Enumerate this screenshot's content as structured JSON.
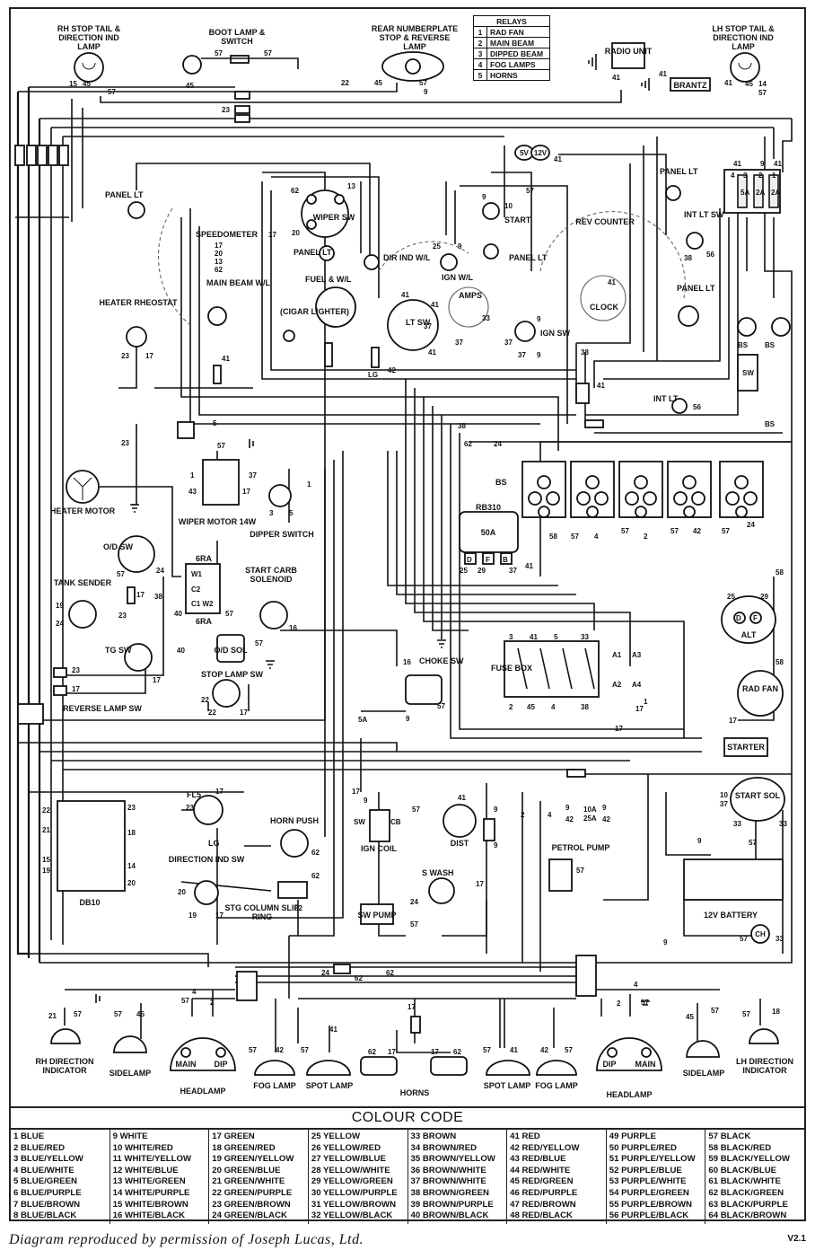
{
  "labels": {
    "rh_stop_tail": "RH STOP TAIL & DIRECTION IND LAMP",
    "boot_lamp": "BOOT LAMP & SWITCH",
    "rear_numberplate": "REAR NUMBERPLATE STOP & REVERSE LAMP",
    "radio_unit": "RADIO UNIT",
    "brantz": "BRANTZ",
    "lh_stop_tail": "LH STOP TAIL & DIRECTION IND LAMP",
    "panel_lt": "PANEL LT",
    "wiper_sw": "WIPER SW",
    "speedometer": "SPEEDOMETER",
    "main_beam": "MAIN BEAM W/L",
    "fuel_wl": "FUEL & W/L",
    "cigar_lighter": "(CIGAR LIGHTER)",
    "dir_ind": "DIR IND W/L",
    "ign_wl": "IGN W/L",
    "amps": "AMPS",
    "lt_sw": "LT SW",
    "ign_sw": "IGN SW",
    "start": "START",
    "rev_counter": "REV COUNTER",
    "clock": "CLOCK",
    "int_lt_sw": "INT LT SW",
    "int_lt": "INT LT",
    "heater_rheostat": "HEATER RHEOSTAT",
    "heater_motor": "HEATER MOTOR",
    "wiper_motor": "WIPER MOTOR 14W",
    "dipper_switch": "DIPPER SWITCH",
    "rb310": "RB310",
    "rb310_fuse": "50A",
    "bs": "BS",
    "od_sw": "O/D SW",
    "tank_sender": "TANK SENDER",
    "tg_sw": "TG SW",
    "reverse_lamp_sw": "REVERSE LAMP SW",
    "six_ra": "6RA",
    "start_carb_solenoid": "START CARB SOLENOID",
    "od_sol": "O/D SOL",
    "stop_lamp_sw": "STOP LAMP SW",
    "choke_sw": "CHOKE SW",
    "fuse_box": "FUSE BOX",
    "alt": "ALT",
    "rad_fan": "RAD FAN",
    "starter": "STARTER",
    "start_sol": "START SOL",
    "db10": "DB10",
    "fl5": "FL5",
    "lg": "LG",
    "horn_push": "HORN PUSH",
    "direction_ind_sw": "DIRECTION IND SW",
    "stg_column": "STG COLUMN SLIP RING",
    "ign_coil": "IGN COIL",
    "dist": "DIST",
    "petrol_pump": "PETROL PUMP",
    "fuse_10a": "10A",
    "fuse_25a": "25A",
    "fuse_5a": "5A",
    "s_wash": "S WASH",
    "sw_pump": "SW PUMP",
    "battery": "12V BATTERY",
    "ch": "CH",
    "five_v": "5V",
    "twelve_v": "12V",
    "rh_direction_indicator": "RH DIRECTION INDICATOR",
    "sidelamp_l": "SIDELAMP",
    "headlamp_l": "HEADLAMP",
    "fog_lamp_l": "FOG LAMP",
    "spot_lamp_l": "SPOT LAMP",
    "horns": "HORNS",
    "spot_lamp_r": "SPOT LAMP",
    "fog_lamp_r": "FOG LAMP",
    "headlamp_r": "HEADLAMP",
    "sidelamp_r": "SIDELAMP",
    "lh_direction_indicator": "LH DIRECTION INDICATOR",
    "main": "MAIN",
    "dip": "DIP"
  },
  "relays": {
    "title": "RELAYS",
    "items": [
      {
        "n": "1",
        "name": "RAD FAN"
      },
      {
        "n": "2",
        "name": "MAIN BEAM"
      },
      {
        "n": "3",
        "name": "DIPPED BEAM"
      },
      {
        "n": "4",
        "name": "FOG LAMPS"
      },
      {
        "n": "5",
        "name": "HORNS"
      }
    ]
  },
  "colour_code": {
    "title": "COLOUR CODE",
    "columns": [
      [
        "1 BLUE",
        "2 BLUE/RED",
        "3 BLUE/YELLOW",
        "4 BLUE/WHITE",
        "5 BLUE/GREEN",
        "6 BLUE/PURPLE",
        "7 BLUE/BROWN",
        "8 BLUE/BLACK"
      ],
      [
        "9 WHITE",
        "10 WHITE/RED",
        "11 WHITE/YELLOW",
        "12 WHITE/BLUE",
        "13 WHITE/GREEN",
        "14 WHITE/PURPLE",
        "15 WHITE/BROWN",
        "16 WHITE/BLACK"
      ],
      [
        "17 GREEN",
        "18 GREEN/RED",
        "19 GREEN/YELLOW",
        "20 GREEN/BLUE",
        "21 GREEN/WHITE",
        "22 GREEN/PURPLE",
        "23 GREEN/BROWN",
        "24 GREEN/BLACK"
      ],
      [
        "25 YELLOW",
        "26 YELLOW/RED",
        "27 YELLOW/BLUE",
        "28 YELLOW/WHITE",
        "29 YELLOW/GREEN",
        "30 YELLOW/PURPLE",
        "31 YELLOW/BROWN",
        "32 YELLOW/BLACK"
      ],
      [
        "33 BROWN",
        "34 BROWN/RED",
        "35 BROWN/YELLOW",
        "36 BROWN/WHITE",
        "37 BROWN/WHITE",
        "38 BROWN/GREEN",
        "39 BROWN/PURPLE",
        "40 BROWN/BLACK"
      ],
      [
        "41 RED",
        "42 RED/YELLOW",
        "43 RED/BLUE",
        "44 RED/WHITE",
        "45 RED/GREEN",
        "46 RED/PURPLE",
        "47 RED/BROWN",
        "48 RED/BLACK"
      ],
      [
        "49 PURPLE",
        "50 PURPLE/RED",
        "51 PURPLE/YELLOW",
        "52 PURPLE/BLUE",
        "53 PURPLE/WHITE",
        "54 PURPLE/GREEN",
        "55 PURPLE/BROWN",
        "56 PURPLE/BLACK"
      ],
      [
        "57 BLACK",
        "58 BLACK/RED",
        "59 BLACK/YELLOW",
        "60 BLACK/BLUE",
        "61 BLACK/WHITE",
        "62 BLACK/GREEN",
        "63 BLACK/PURPLE",
        "64 BLACK/BROWN"
      ]
    ]
  },
  "footer": {
    "credit": "Diagram reproduced by permission of Joseph Lucas, Ltd.",
    "version": "V2.1"
  }
}
